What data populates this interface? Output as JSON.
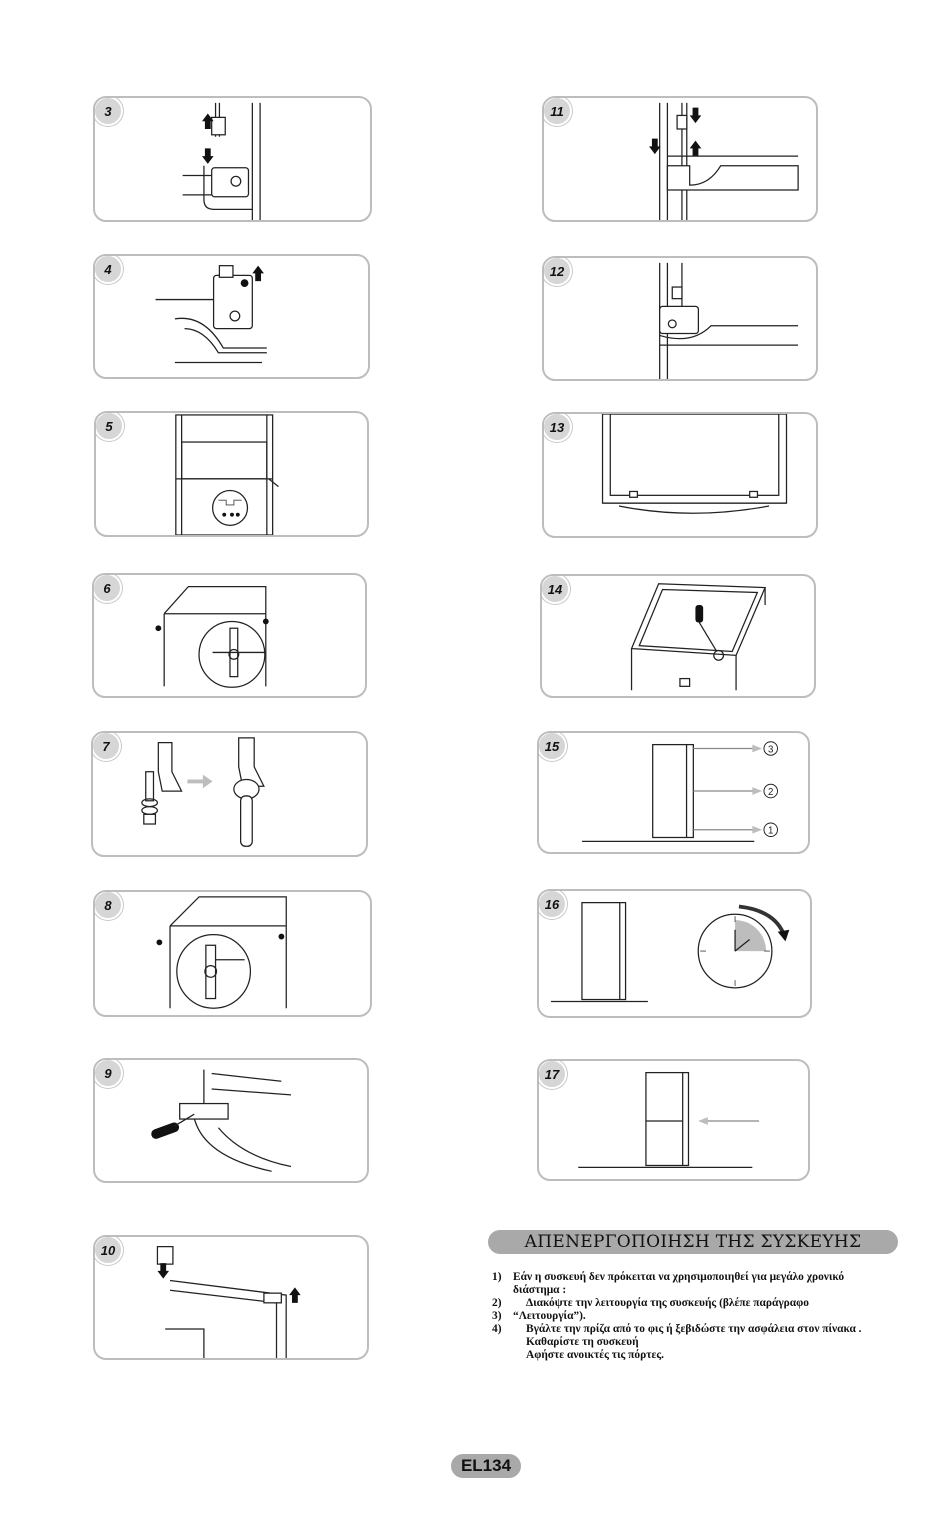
{
  "steps": [
    {
      "number": "3",
      "icon": "hinge-cover-removal-illustration"
    },
    {
      "number": "4",
      "icon": "upper-hinge-unscrew-illustration"
    },
    {
      "number": "5",
      "icon": "hole-cover-swap-illustration"
    },
    {
      "number": "6",
      "icon": "middle-hinge-removal-illustration"
    },
    {
      "number": "7",
      "icon": "hinge-pin-transfer-illustration"
    },
    {
      "number": "8",
      "icon": "middle-hinge-refit-illustration"
    },
    {
      "number": "9",
      "icon": "lower-hinge-screwdriver-illustration"
    },
    {
      "number": "10",
      "icon": "door-stop-swap-illustration"
    },
    {
      "number": "11",
      "icon": "hinge-reassembly-illustration"
    },
    {
      "number": "12",
      "icon": "hinge-secured-illustration"
    },
    {
      "number": "13",
      "icon": "door-aligned-illustration"
    },
    {
      "number": "14",
      "icon": "top-hinge-screwdriver-illustration"
    },
    {
      "number": "15",
      "icon": "door-alignment-check-illustration"
    },
    {
      "number": "16",
      "icon": "wait-clock-illustration"
    },
    {
      "number": "17",
      "icon": "push-into-place-illustration"
    }
  ],
  "callouts": [
    "3",
    "2",
    "1"
  ],
  "shutdown_section": {
    "title": "ΑΠΕΝΕΡΓΟΠΟΙΗΣΗ ΤΗΣ ΣΥΣΚΕΥΗΣ",
    "items": [
      {
        "num": "1)",
        "text": "Εάν η συσκευή δεν πρόκειται να χρησιμοποιηθεί για μεγάλο χρονικό"
      },
      {
        "num": "",
        "text": "διάστημα :"
      },
      {
        "num": "2)",
        "text": "Διακόψτε την λειτουργία της συσκευής (βλέπε παράγραφο"
      },
      {
        "num": "3)",
        "text": "“Λειτουργία”)."
      },
      {
        "num": "4)",
        "text": "Βγάλτε την πρίζα από το φις ή ξεβιδώστε την ασφάλεια στον πίνακα ."
      },
      {
        "num": "",
        "text": "Καθαρίστε τη συσκευή"
      },
      {
        "num": "",
        "text": "Αφήστε ανοικτές τις πόρτες."
      }
    ]
  },
  "page_number": "EL134"
}
